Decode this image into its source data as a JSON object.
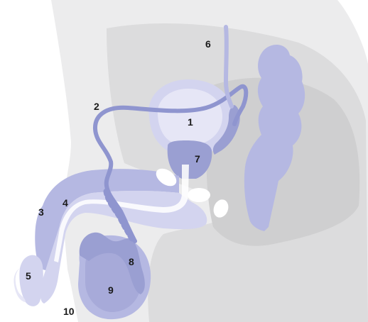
{
  "labels": {
    "n1": "1",
    "n2": "2",
    "n3": "3",
    "n4": "4",
    "n5": "5",
    "n6": "6",
    "n7": "7",
    "n8": "8",
    "n9": "9",
    "n10": "10"
  },
  "colors": {
    "background": "#ffffff",
    "body_light": "#ececed",
    "body_mid": "#dcdcdd",
    "body_dark": "#cfcfd0",
    "organ_dark": "#9a9fd2",
    "organ_mid": "#b5b8e2",
    "organ_light": "#d3d4ef",
    "organ_pale": "#e6e6f6",
    "duct": "#8f95cf",
    "white": "#ffffff"
  }
}
